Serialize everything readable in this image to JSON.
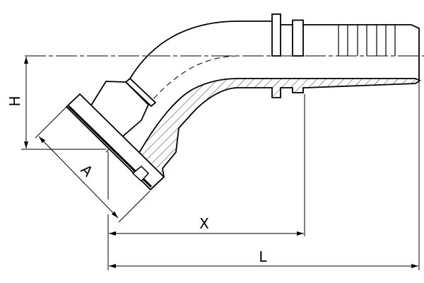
{
  "drawing": {
    "labels": {
      "height": "H",
      "flange_diameter": "A",
      "offset_length": "X",
      "overall_length": "L"
    },
    "line_color": "#000000",
    "background": "#ffffff"
  }
}
